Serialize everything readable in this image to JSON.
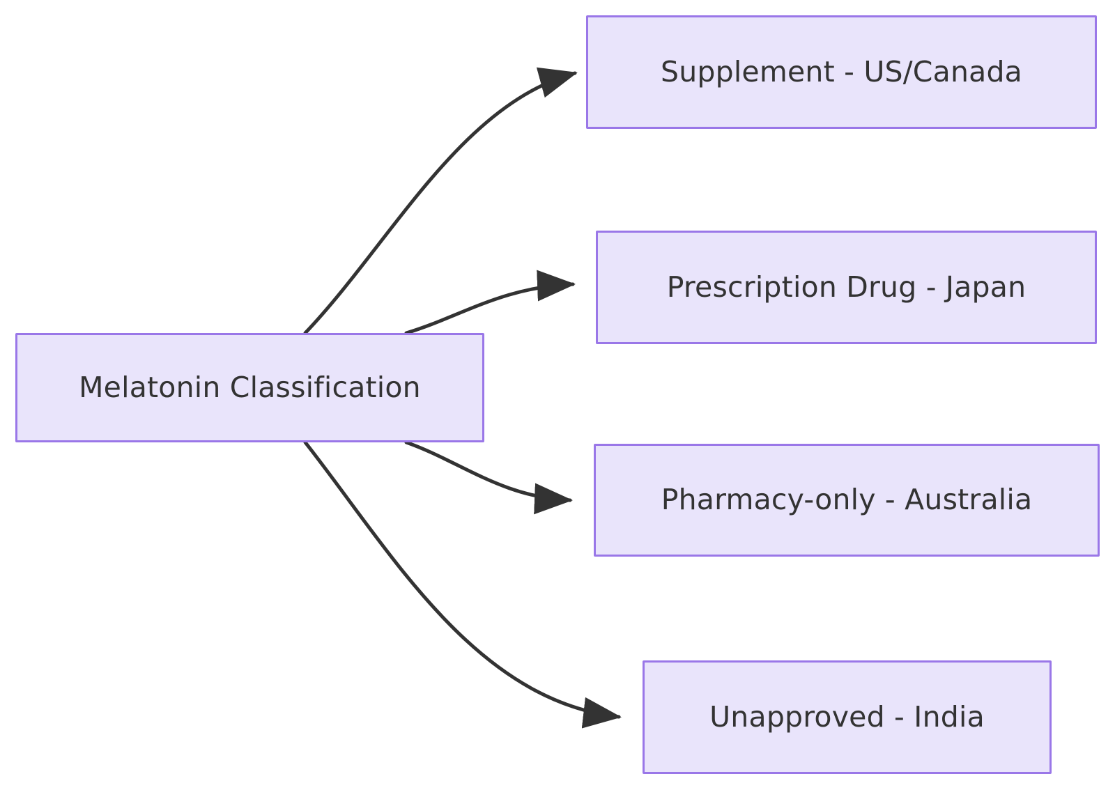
{
  "diagram": {
    "type": "flowchart",
    "direction": "left-to-right",
    "title": "Melatonin Classification",
    "background_color": "#ffffff",
    "node_fill_color": "#e9e4fb",
    "node_border_color": "#9a77e8",
    "node_text_color": "#333333",
    "edge_color": "#333333",
    "nodes": [
      {
        "id": "root",
        "label": "Melatonin Classification",
        "role": "source"
      },
      {
        "id": "supplement",
        "label": "Supplement - US/Canada",
        "role": "target"
      },
      {
        "id": "prescription",
        "label": "Prescription Drug - Japan",
        "role": "target"
      },
      {
        "id": "pharmacy",
        "label": "Pharmacy-only - Australia",
        "role": "target"
      },
      {
        "id": "unapproved",
        "label": "Unapproved - India",
        "role": "target"
      }
    ],
    "edges": [
      {
        "from": "root",
        "to": "supplement",
        "label": "",
        "arrow": "single"
      },
      {
        "from": "root",
        "to": "prescription",
        "label": "",
        "arrow": "single"
      },
      {
        "from": "root",
        "to": "pharmacy",
        "label": "",
        "arrow": "single"
      },
      {
        "from": "root",
        "to": "unapproved",
        "label": "",
        "arrow": "single"
      }
    ]
  }
}
